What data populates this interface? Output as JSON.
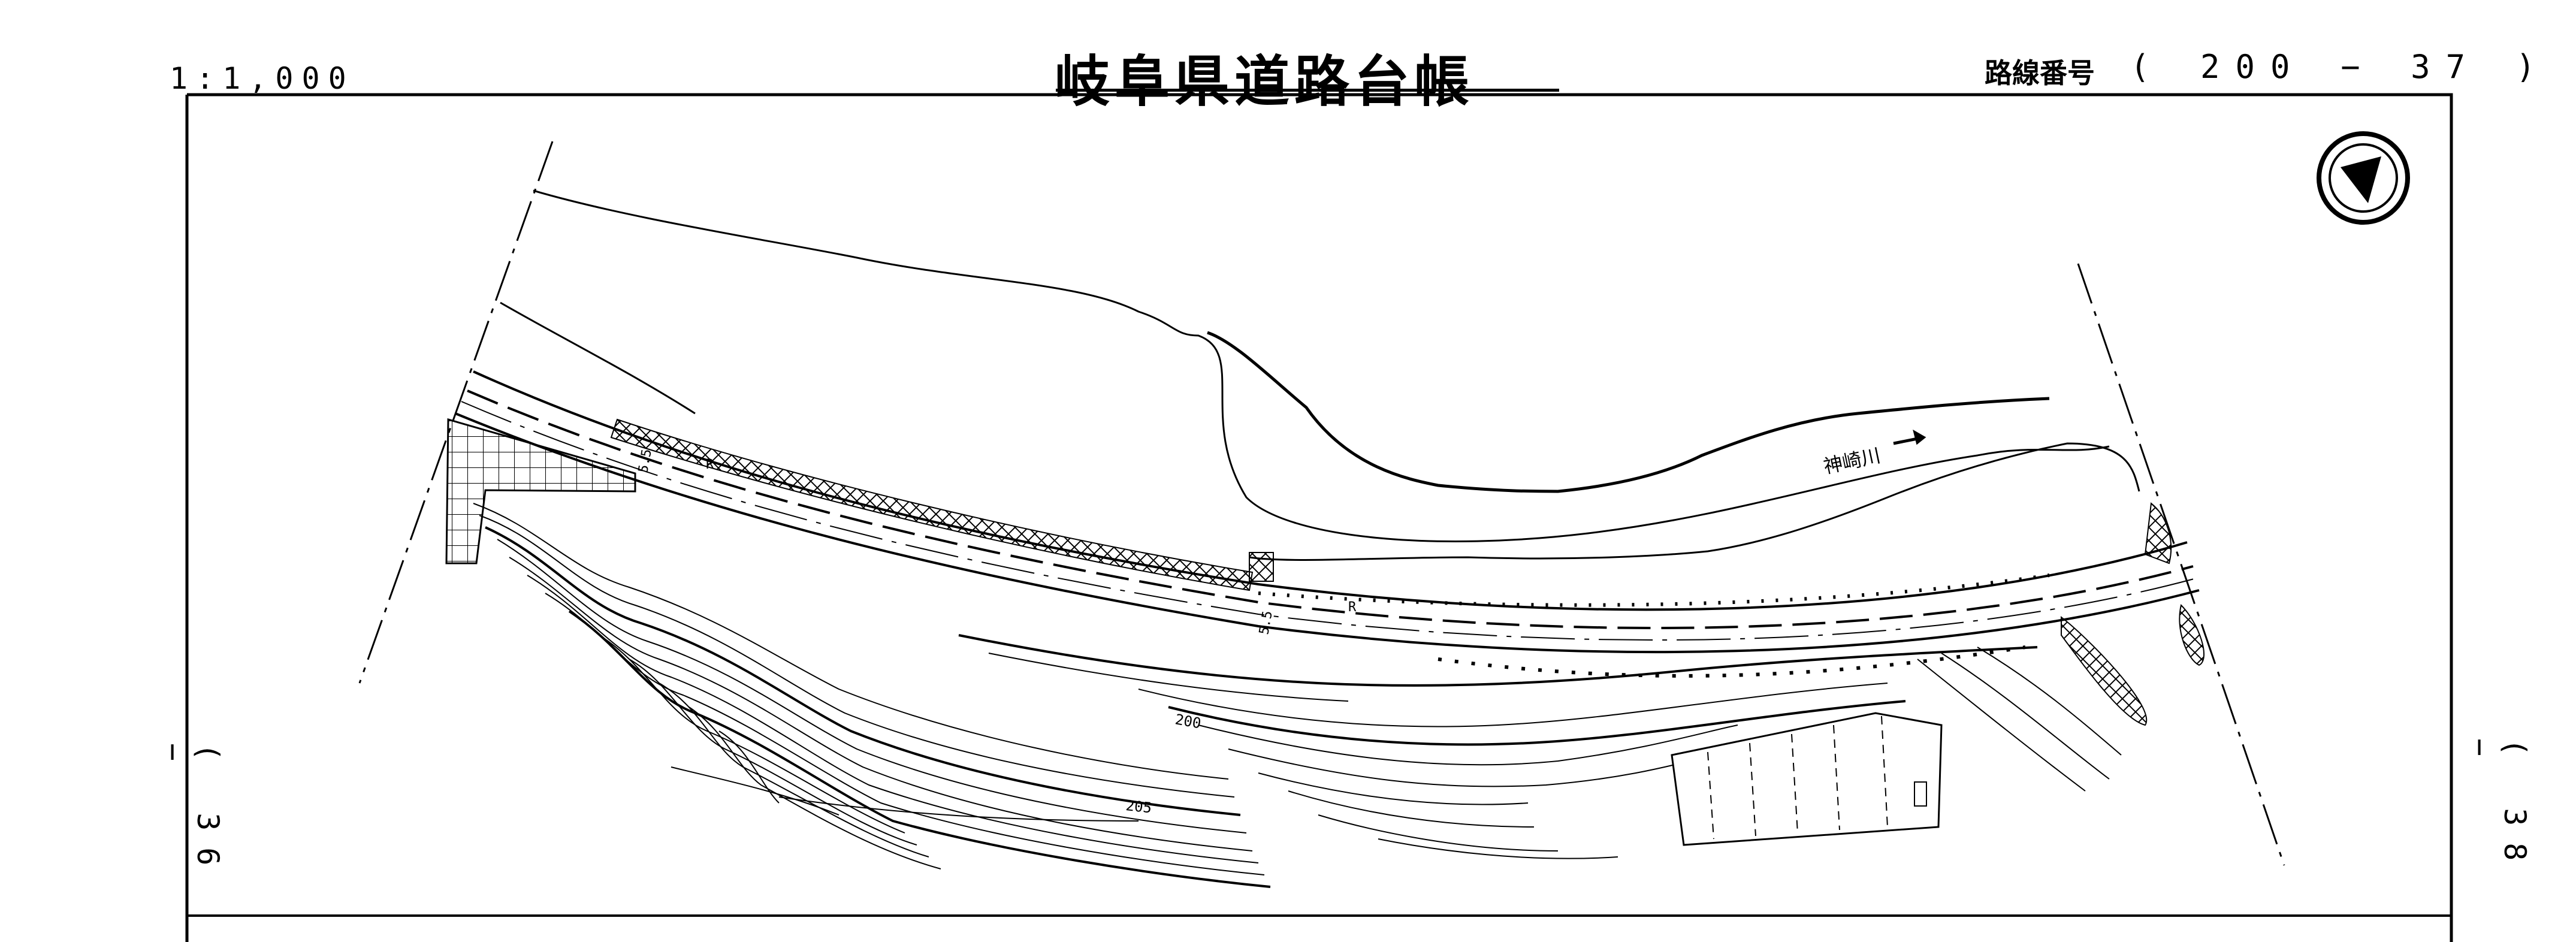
{
  "header": {
    "scale": "1:1,000",
    "title": "岐阜県道路台帳",
    "route_label": "路線番号",
    "route_number": "( 200 − 37 )"
  },
  "sheet_refs": {
    "left": "( 36 −",
    "right": "( 38 −"
  },
  "map_labels": {
    "river_name": "神崎川",
    "contour_200": "200",
    "contour_205": "205",
    "road_width_1": "5.5",
    "road_width_2": "5.5",
    "road_mark_1": "R",
    "road_mark_2": "R"
  },
  "icons": {
    "north_arrow": "north-arrow-icon"
  }
}
